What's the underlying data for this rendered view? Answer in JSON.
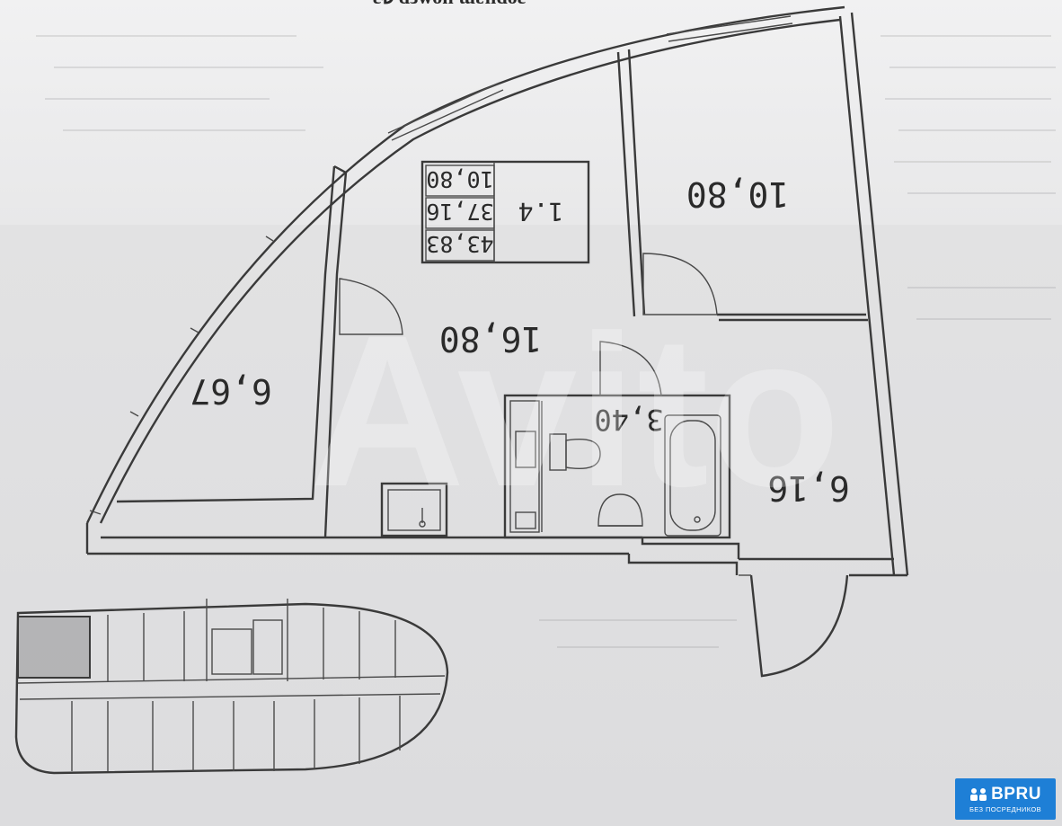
{
  "top_cut_text": "ɛ₺ dɜwoн ɯɐнdоɛ",
  "legend": {
    "cells": [
      "10,80",
      "37,16",
      "43,83"
    ],
    "apartment_code": "1.4"
  },
  "rooms": [
    {
      "id": "kitchen",
      "area": "16,80"
    },
    {
      "id": "room-left",
      "area": "6,67"
    },
    {
      "id": "room-right-top",
      "area": "10,80"
    },
    {
      "id": "bathroom",
      "area": "3,40"
    },
    {
      "id": "room-right-bottom",
      "area": "6,16"
    }
  ],
  "watermark": "Avito",
  "badge": {
    "brand": "BPRU",
    "tagline": "БЕЗ ПОСРЕДНИКОВ",
    "icon": "people-icon"
  },
  "colors": {
    "paper": "#e9e9ea",
    "badge_bg": "#1e7fd6",
    "line": "#3a3a3a"
  }
}
